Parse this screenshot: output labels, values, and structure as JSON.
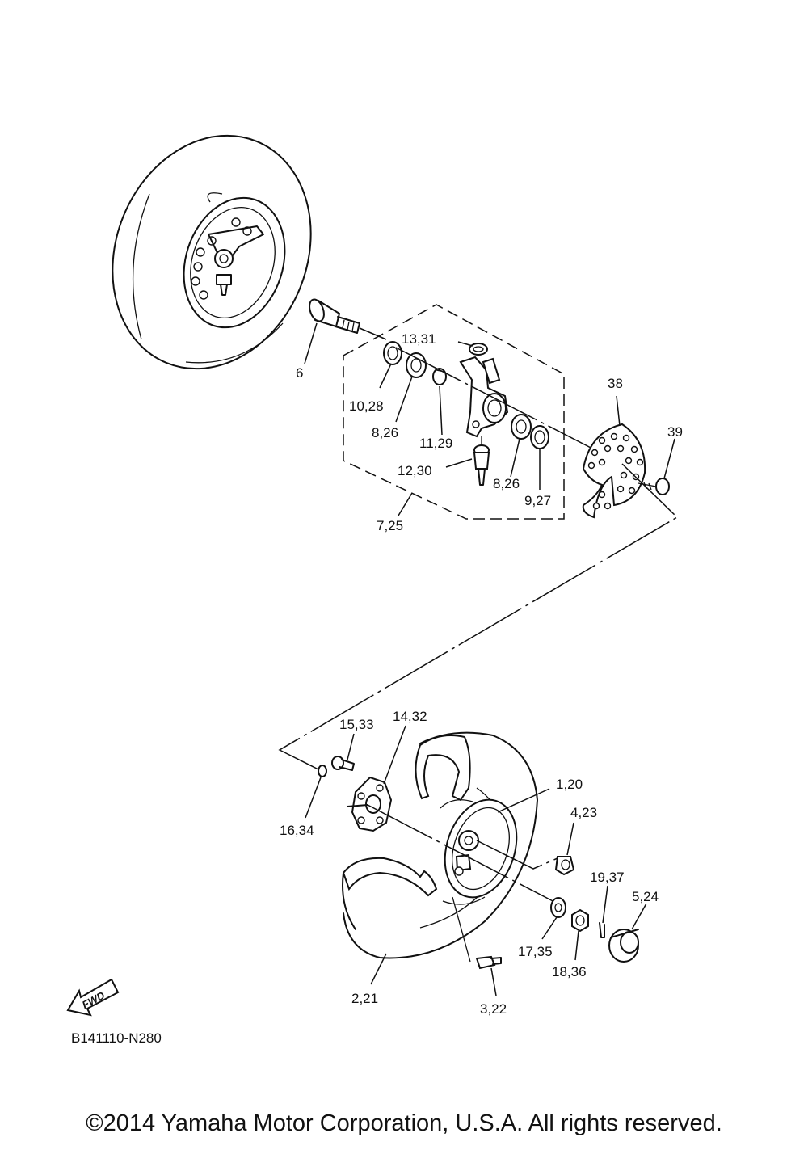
{
  "labels": {
    "p6": "6",
    "p13_31": "13,31",
    "p10_28": "10,28",
    "p8_26a": "8,26",
    "p11_29": "11,29",
    "p12_30": "12,30",
    "p8_26b": "8,26",
    "p9_27": "9,27",
    "p7_25": "7,25",
    "p38": "38",
    "p39": "39",
    "p15_33": "15,33",
    "p14_32": "14,32",
    "p1_20": "1,20",
    "p4_23": "4,23",
    "p16_34": "16,34",
    "p19_37": "19,37",
    "p5_24": "5,24",
    "p17_35": "17,35",
    "p18_36": "18,36",
    "p2_21": "2,21",
    "p3_22": "3,22"
  },
  "fwd_label": "FWD",
  "diagram_code": "B141110-N280",
  "copyright": "©2014 Yamaha Motor Corporation, U.S.A. All rights reserved."
}
